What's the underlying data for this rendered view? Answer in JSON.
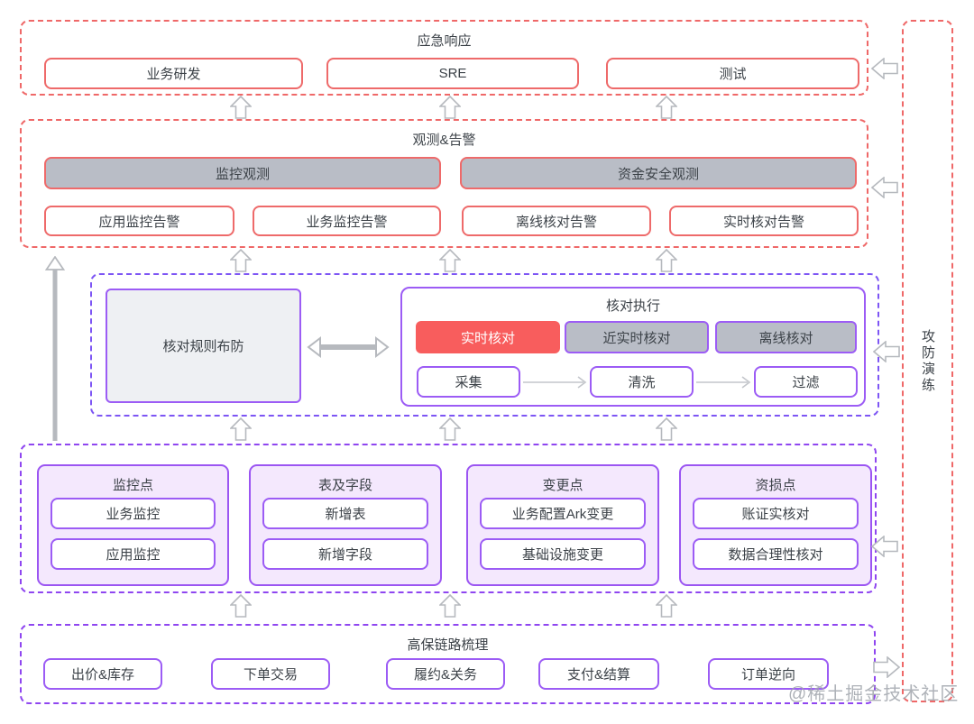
{
  "colors": {
    "red_dashed": "#ef6868",
    "red_border": "#ee6a6a",
    "red_fill": "#f85d5d",
    "violet_dashed": "#7d55f4",
    "purple_dashed": "#8f46f0",
    "purple_border": "#9c5cf5",
    "gray_fill": "#b9bdc6",
    "card_fill": "#f4e8fd",
    "arrow_gray": "#b6b9be"
  },
  "icons": {
    "up_arrow": "hollow-up-arrow",
    "left_arrow": "hollow-left-arrow",
    "right_arrow": "hollow-right-arrow",
    "double_arrow": "double-headed-arrow",
    "flow_arrow": "thin-right-arrow"
  },
  "emergency": {
    "title": "应急响应",
    "boxes": [
      "业务研发",
      "SRE",
      "测试"
    ]
  },
  "observe": {
    "title": "观测&告警",
    "gray_boxes": [
      "监控观测",
      "资金安全观测"
    ],
    "alert_boxes": [
      "应用监控告警",
      "业务监控告警",
      "离线核对告警",
      "实时核对告警"
    ]
  },
  "middle": {
    "rule_box": "核对规则布防",
    "exec": {
      "title": "核对执行",
      "modes": [
        "实时核对",
        "近实时核对",
        "离线核对"
      ],
      "steps": [
        "采集",
        "清洗",
        "过滤"
      ]
    }
  },
  "points": {
    "cards": [
      {
        "title": "监控点",
        "items": [
          "业务监控",
          "应用监控"
        ]
      },
      {
        "title": "表及字段",
        "items": [
          "新增表",
          "新增字段"
        ]
      },
      {
        "title": "变更点",
        "items": [
          "业务配置Ark变更",
          "基础设施变更"
        ]
      },
      {
        "title": "资损点",
        "items": [
          "账证实核对",
          "数据合理性核对"
        ]
      }
    ]
  },
  "chain": {
    "title": "高保链路梳理",
    "boxes": [
      "出价&库存",
      "下单交易",
      "履约&关务",
      "支付&结算",
      "订单逆向"
    ]
  },
  "strip": {
    "label": "攻防演练"
  },
  "watermark": "@稀土掘金技术社区"
}
